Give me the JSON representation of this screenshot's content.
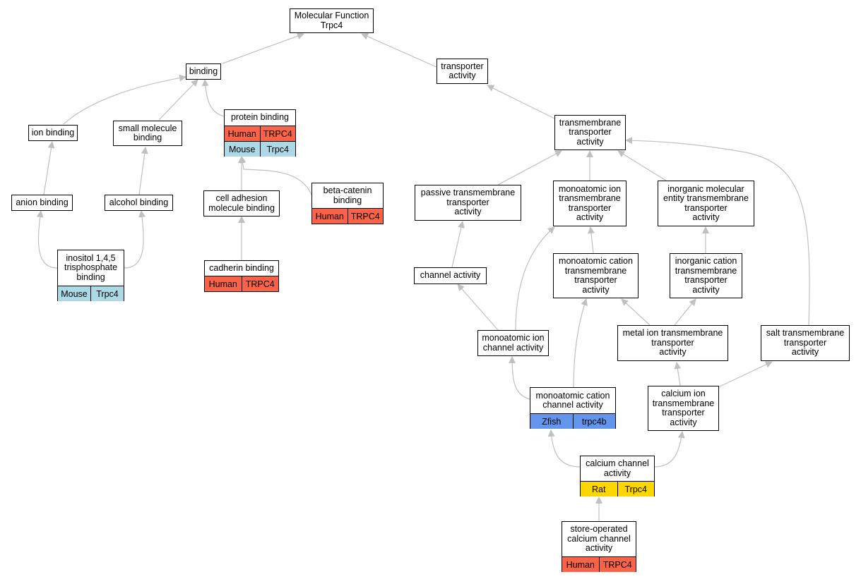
{
  "colors": {
    "edge": "#bfbfbf",
    "human": "#fa6347",
    "mouse": "#add8e6",
    "zfish": "#6495ed",
    "rat": "#ffd700"
  },
  "nodes": {
    "mf": {
      "label": "Molecular Function\nTrpc4"
    },
    "binding": {
      "label": "binding"
    },
    "transporter": {
      "label": "transporter\nactivity"
    },
    "ion_binding": {
      "label": "ion binding"
    },
    "small_molecule": {
      "label": "small molecule\nbinding"
    },
    "protein_binding": {
      "label": "protein binding",
      "annotations": [
        {
          "species": "Human",
          "gene": "TRPC4"
        },
        {
          "species": "Mouse",
          "gene": "Trpc4"
        }
      ]
    },
    "tm_transporter": {
      "label": "transmembrane\ntransporter\nactivity"
    },
    "anion_binding": {
      "label": "anion binding"
    },
    "alcohol_binding": {
      "label": "alcohol binding"
    },
    "cell_adhesion": {
      "label": "cell adhesion\nmolecule binding"
    },
    "beta_catenin": {
      "label": "beta-catenin\nbinding",
      "annotations": [
        {
          "species": "Human",
          "gene": "TRPC4"
        }
      ]
    },
    "passive_tm": {
      "label": "passive transmembrane\ntransporter\nactivity"
    },
    "mono_ion_tm": {
      "label": "monoatomic ion\ntransmembrane\ntransporter\nactivity"
    },
    "inorg_mol_tm": {
      "label": "inorganic molecular\nentity transmembrane\ntransporter\nactivity"
    },
    "inositol": {
      "label": "inositol 1,4,5\ntrisphosphate\nbinding",
      "annotations": [
        {
          "species": "Mouse",
          "gene": "Trpc4"
        }
      ]
    },
    "cadherin": {
      "label": "cadherin binding",
      "annotations": [
        {
          "species": "Human",
          "gene": "TRPC4"
        }
      ]
    },
    "channel": {
      "label": "channel activity"
    },
    "mono_cation_tm": {
      "label": "monoatomic cation\ntransmembrane\ntransporter\nactivity"
    },
    "inorg_cation_tm": {
      "label": "inorganic cation\ntransmembrane\ntransporter\nactivity"
    },
    "mono_ion_channel": {
      "label": "monoatomic ion\nchannel activity"
    },
    "metal_ion_tm": {
      "label": "metal ion transmembrane\ntransporter\nactivity"
    },
    "salt_tm": {
      "label": "salt transmembrane\ntransporter\nactivity"
    },
    "mono_cation_channel": {
      "label": "monoatomic cation\nchannel activity",
      "annotations": [
        {
          "species": "Zfish",
          "gene": "trpc4b"
        }
      ]
    },
    "calcium_ion_tm": {
      "label": "calcium ion\ntransmembrane\ntransporter\nactivity"
    },
    "calcium_channel": {
      "label": "calcium channel\nactivity",
      "annotations": [
        {
          "species": "Rat",
          "gene": "Trpc4"
        }
      ]
    },
    "store_operated": {
      "label": "store-operated\ncalcium channel\nactivity",
      "annotations": [
        {
          "species": "Human",
          "gene": "TRPC4"
        }
      ]
    }
  }
}
